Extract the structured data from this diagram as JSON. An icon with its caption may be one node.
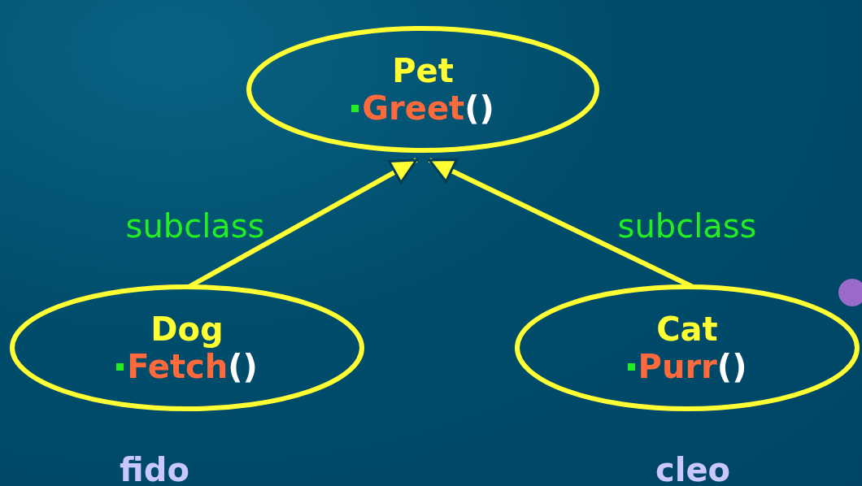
{
  "diagram": {
    "nodes": [
      {
        "text": [
          "Pet",
          "Greet()"
        ]
      },
      {
        "text": [
          "Dog",
          "Fetch()"
        ],
        "beside": [
          "fido"
        ]
      },
      {
        "text": [
          "Cat",
          "Purr()"
        ],
        "beside": [
          "cleo"
        ]
      }
    ],
    "edges": [
      {
        "from": 1,
        "to": 0,
        "arrow": "to",
        "label": "subclass"
      },
      {
        "from": 2,
        "to": 0,
        "arrow": "to",
        "label": "subclass"
      }
    ]
  }
}
